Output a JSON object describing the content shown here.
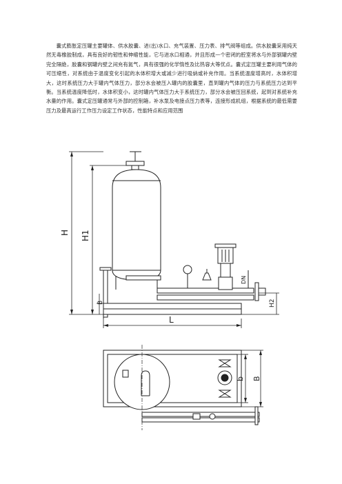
{
  "paragraph": "囊式膨胀定压罐主要罐体、供水胶囊、进(出)水口、充气装置、压力表、排气阀等组成。供水胶囊采用纯天然无毒橡胶制成，具有良好的韧性和伸缩性能，它与进水口相通，并且形成一个密闭的腔室将水与外部钢罐内壁完全隔绝，胶囊和钢罐内壁之间充有氮气，具有很强的化学惰性及比热容大等优点。囊式定压罐主要利用气体的可压缩性，对系统由于温度变化引起的水体积增大或减少进行吸纳或补充作用。当系统温度增高时，水体积增大，这时系统压力大于罐内气体压力，部分水会被压入罐内的胶囊里，直到罐内气体的压力与系统压力达到平衡。当系统温度降低时，水体积变小，这时罐内气体压力大于系统压力，部分水会被压回系统，起到对系统补充水量的作用。囊式定压罐通常与外部的控制箱，补水泵及电接点压力表等，连接形成机组，根据系统的最低需要压力及最高运行工作压力设定工作状态，性能特点和应用范围",
  "dims": {
    "H": "H",
    "H1": "H1",
    "B_side": "B",
    "DN": "DN",
    "H2": "H2",
    "L": "L",
    "b": "b",
    "B": "B"
  }
}
